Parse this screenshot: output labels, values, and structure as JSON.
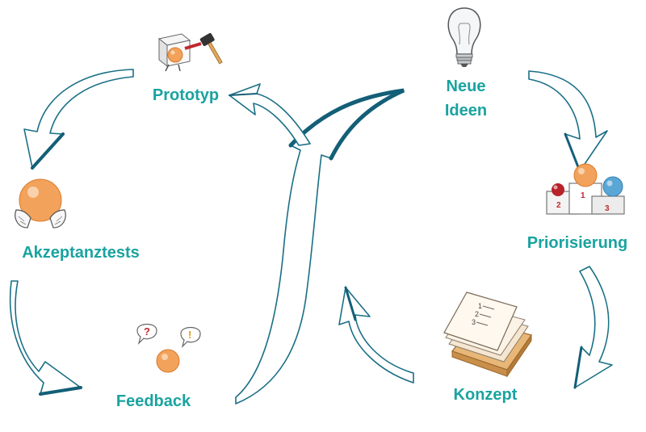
{
  "colors": {
    "label": "#1aa3a0",
    "arrow_outline": "#1a6f86",
    "arrow_accent": "#135f77",
    "ball": "#f2a25a",
    "ball_shade": "#d97b2e"
  },
  "nodes": {
    "neue_ideen": {
      "line1": "Neue",
      "line2": "Ideen",
      "icon": "light-bulb-icon"
    },
    "priorisierung": {
      "label": "Priorisierung",
      "icon": "podium-icon"
    },
    "konzept": {
      "label": "Konzept",
      "icon": "document-stack-icon"
    },
    "prototyp": {
      "label": "Prototyp",
      "icon": "cube-hammer-icon"
    },
    "akzeptanztests": {
      "label": "Akzeptanztests",
      "icon": "hands-ball-icon"
    },
    "feedback": {
      "label": "Feedback",
      "icon": "speech-bubbles-icon"
    }
  },
  "icon_text": {
    "podium_places": [
      "1",
      "2",
      "3"
    ],
    "document_list": [
      "1",
      "2",
      "3"
    ],
    "bubble_question": "?",
    "bubble_exclamation": "!"
  }
}
